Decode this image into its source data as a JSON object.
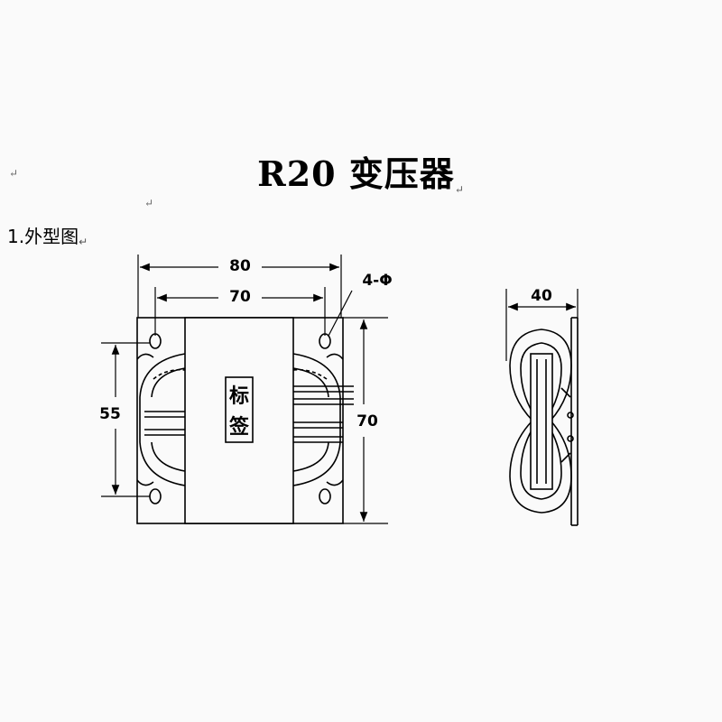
{
  "title": "R20 变压器",
  "section_heading": "1.外型图",
  "paragraph_mark": "↵",
  "label_text": "标签",
  "dimensions": {
    "overall_width": "80",
    "hole_spacing": "70",
    "mounting_holes": "4-Φ",
    "hole_vertical_spacing": "55",
    "height": "70",
    "depth": "40"
  }
}
